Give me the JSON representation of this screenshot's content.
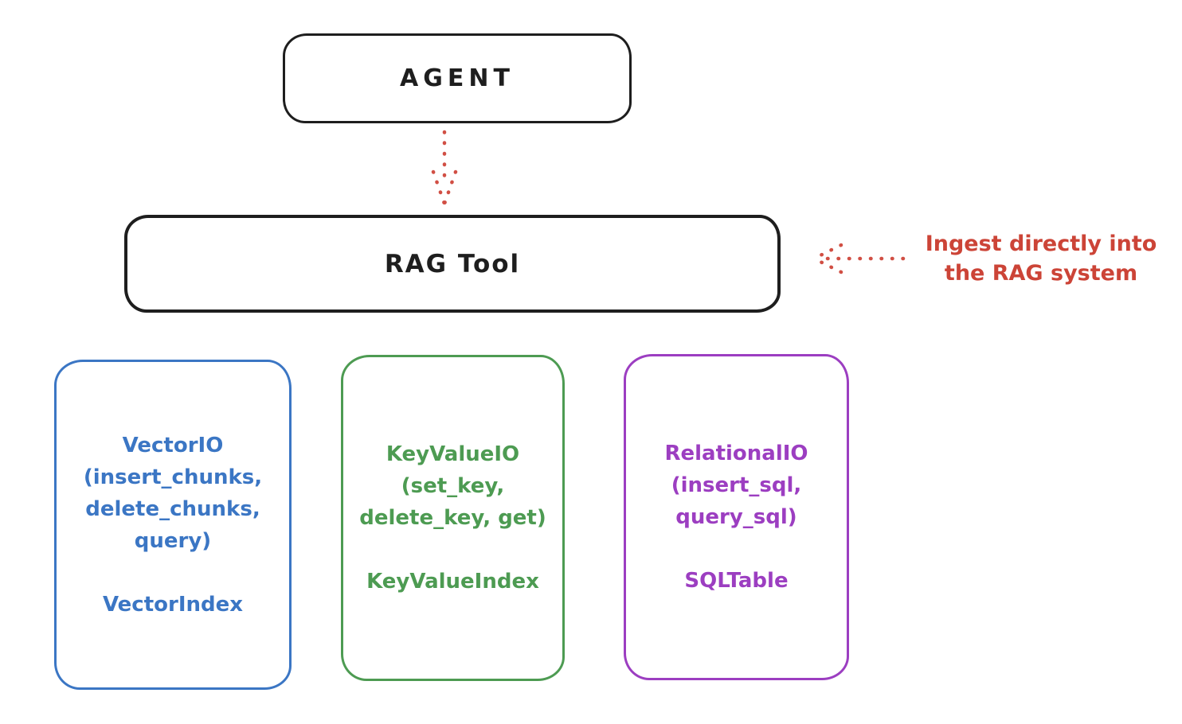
{
  "agent": {
    "label": "AGENT"
  },
  "rag_tool": {
    "label": "RAG Tool"
  },
  "annotation": {
    "line1": "Ingest directly into",
    "line2": "the RAG system",
    "color": "#cc4437"
  },
  "arrows": {
    "agent_to_rag": "dotted-down-arrow",
    "ingest_to_rag": "dotted-left-arrow",
    "color": "#d14f44"
  },
  "io_boxes": [
    {
      "name": "vector-io",
      "color": "#3b76c4",
      "lines": [
        "VectorIO",
        "(insert_chunks,",
        "delete_chunks,",
        "query)"
      ],
      "index_label": "VectorIndex"
    },
    {
      "name": "keyvalue-io",
      "color": "#4d9b52",
      "lines": [
        "KeyValueIO",
        "(set_key,",
        "delete_key, get)"
      ],
      "index_label": "KeyValueIndex"
    },
    {
      "name": "relational-io",
      "color": "#9c3ec1",
      "lines": [
        "RelationalIO",
        "(insert_sql,",
        "query_sql)"
      ],
      "index_label": "SQLTable"
    }
  ],
  "colors": {
    "stroke": "#1e1e1e",
    "background": "#ffffff"
  }
}
